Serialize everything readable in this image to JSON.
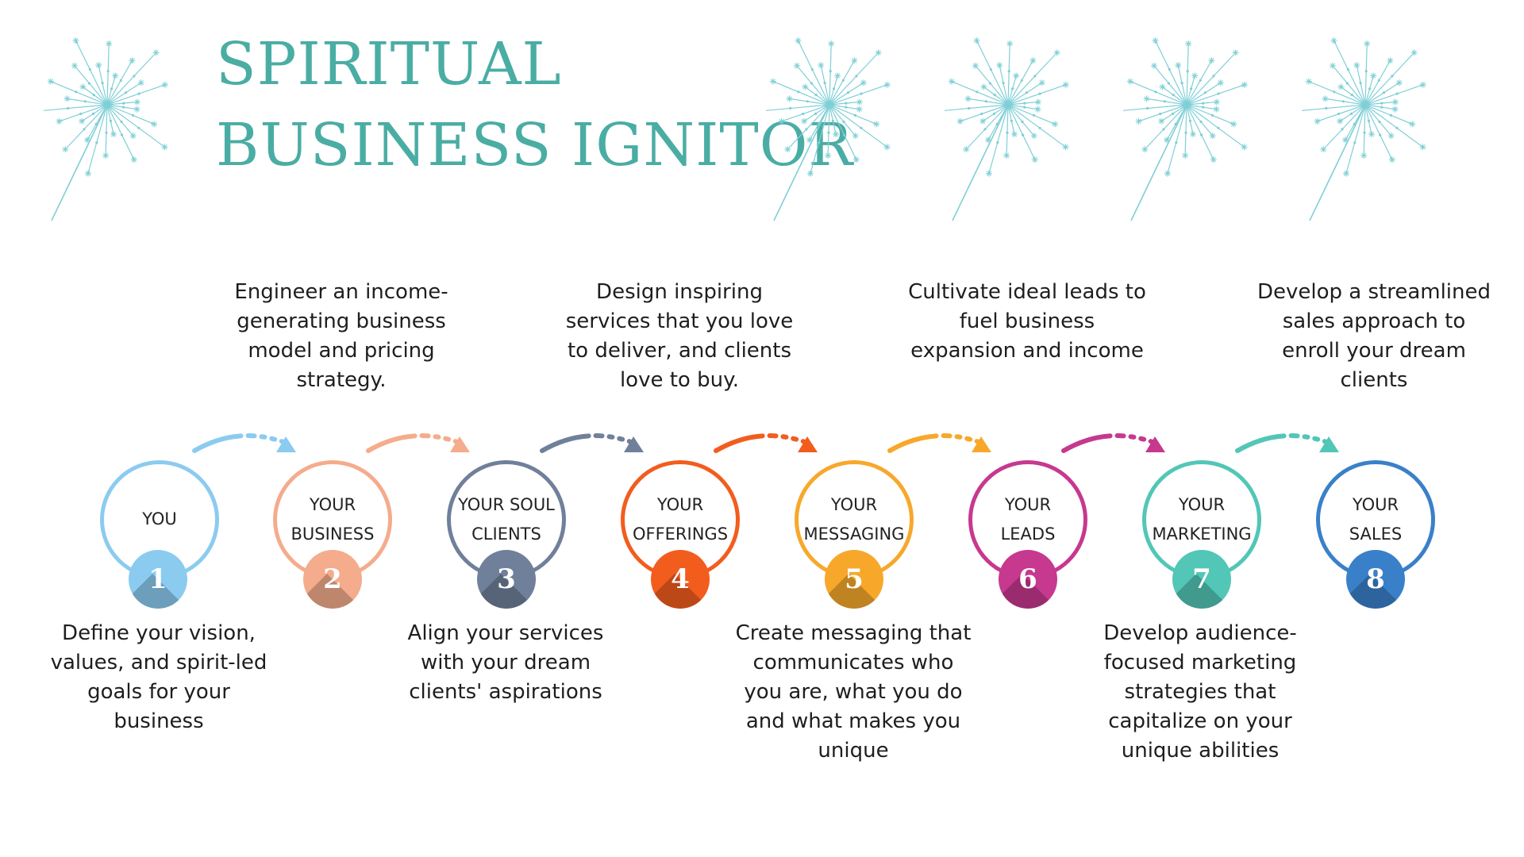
{
  "title": {
    "line1": "SPIRITUAL",
    "line2": "BUSINESS IGNITOR"
  },
  "colors": {
    "title": "#4aada4",
    "sparkler": "#7fcfd6"
  },
  "steps": [
    {
      "number": "1",
      "label_line1": "YOU",
      "label_line2": "",
      "color": "#8ccbf0",
      "description": "Define your vision, values, and spirit-led goals for your business",
      "description_position": "below"
    },
    {
      "number": "2",
      "label_line1": "YOUR",
      "label_line2": "BUSINESS",
      "color": "#f4ac8c",
      "description": "Engineer an income-generating business model and pricing strategy.",
      "description_position": "above"
    },
    {
      "number": "3",
      "label_line1": "YOUR SOUL",
      "label_line2": "CLIENTS",
      "color": "#70809a",
      "description": "Align your services with your dream clients' aspirations",
      "description_position": "below"
    },
    {
      "number": "4",
      "label_line1": "YOUR",
      "label_line2": "OFFERINGS",
      "color": "#f25d1e",
      "description": "Design inspiring services that you love to deliver, and clients love to buy.",
      "description_position": "above"
    },
    {
      "number": "5",
      "label_line1": "YOUR",
      "label_line2": "MESSAGING",
      "color": "#f7a82b",
      "description": "Create messaging that communicates who you are, what you do and what makes you unique",
      "description_position": "below"
    },
    {
      "number": "6",
      "label_line1": "YOUR",
      "label_line2": "LEADS",
      "color": "#c7388f",
      "description": "Cultivate ideal leads to fuel business expansion and income",
      "description_position": "above"
    },
    {
      "number": "7",
      "label_line1": "YOUR",
      "label_line2": "MARKETING",
      "color": "#52c6b7",
      "description": "Develop audience-focused marketing strategies that capitalize on your unique abilities",
      "description_position": "below"
    },
    {
      "number": "8",
      "label_line1": "YOUR",
      "label_line2": "SALES",
      "color": "#3a80c9",
      "description": "Develop a streamlined sales approach to enroll your dream clients",
      "description_position": "above"
    }
  ]
}
